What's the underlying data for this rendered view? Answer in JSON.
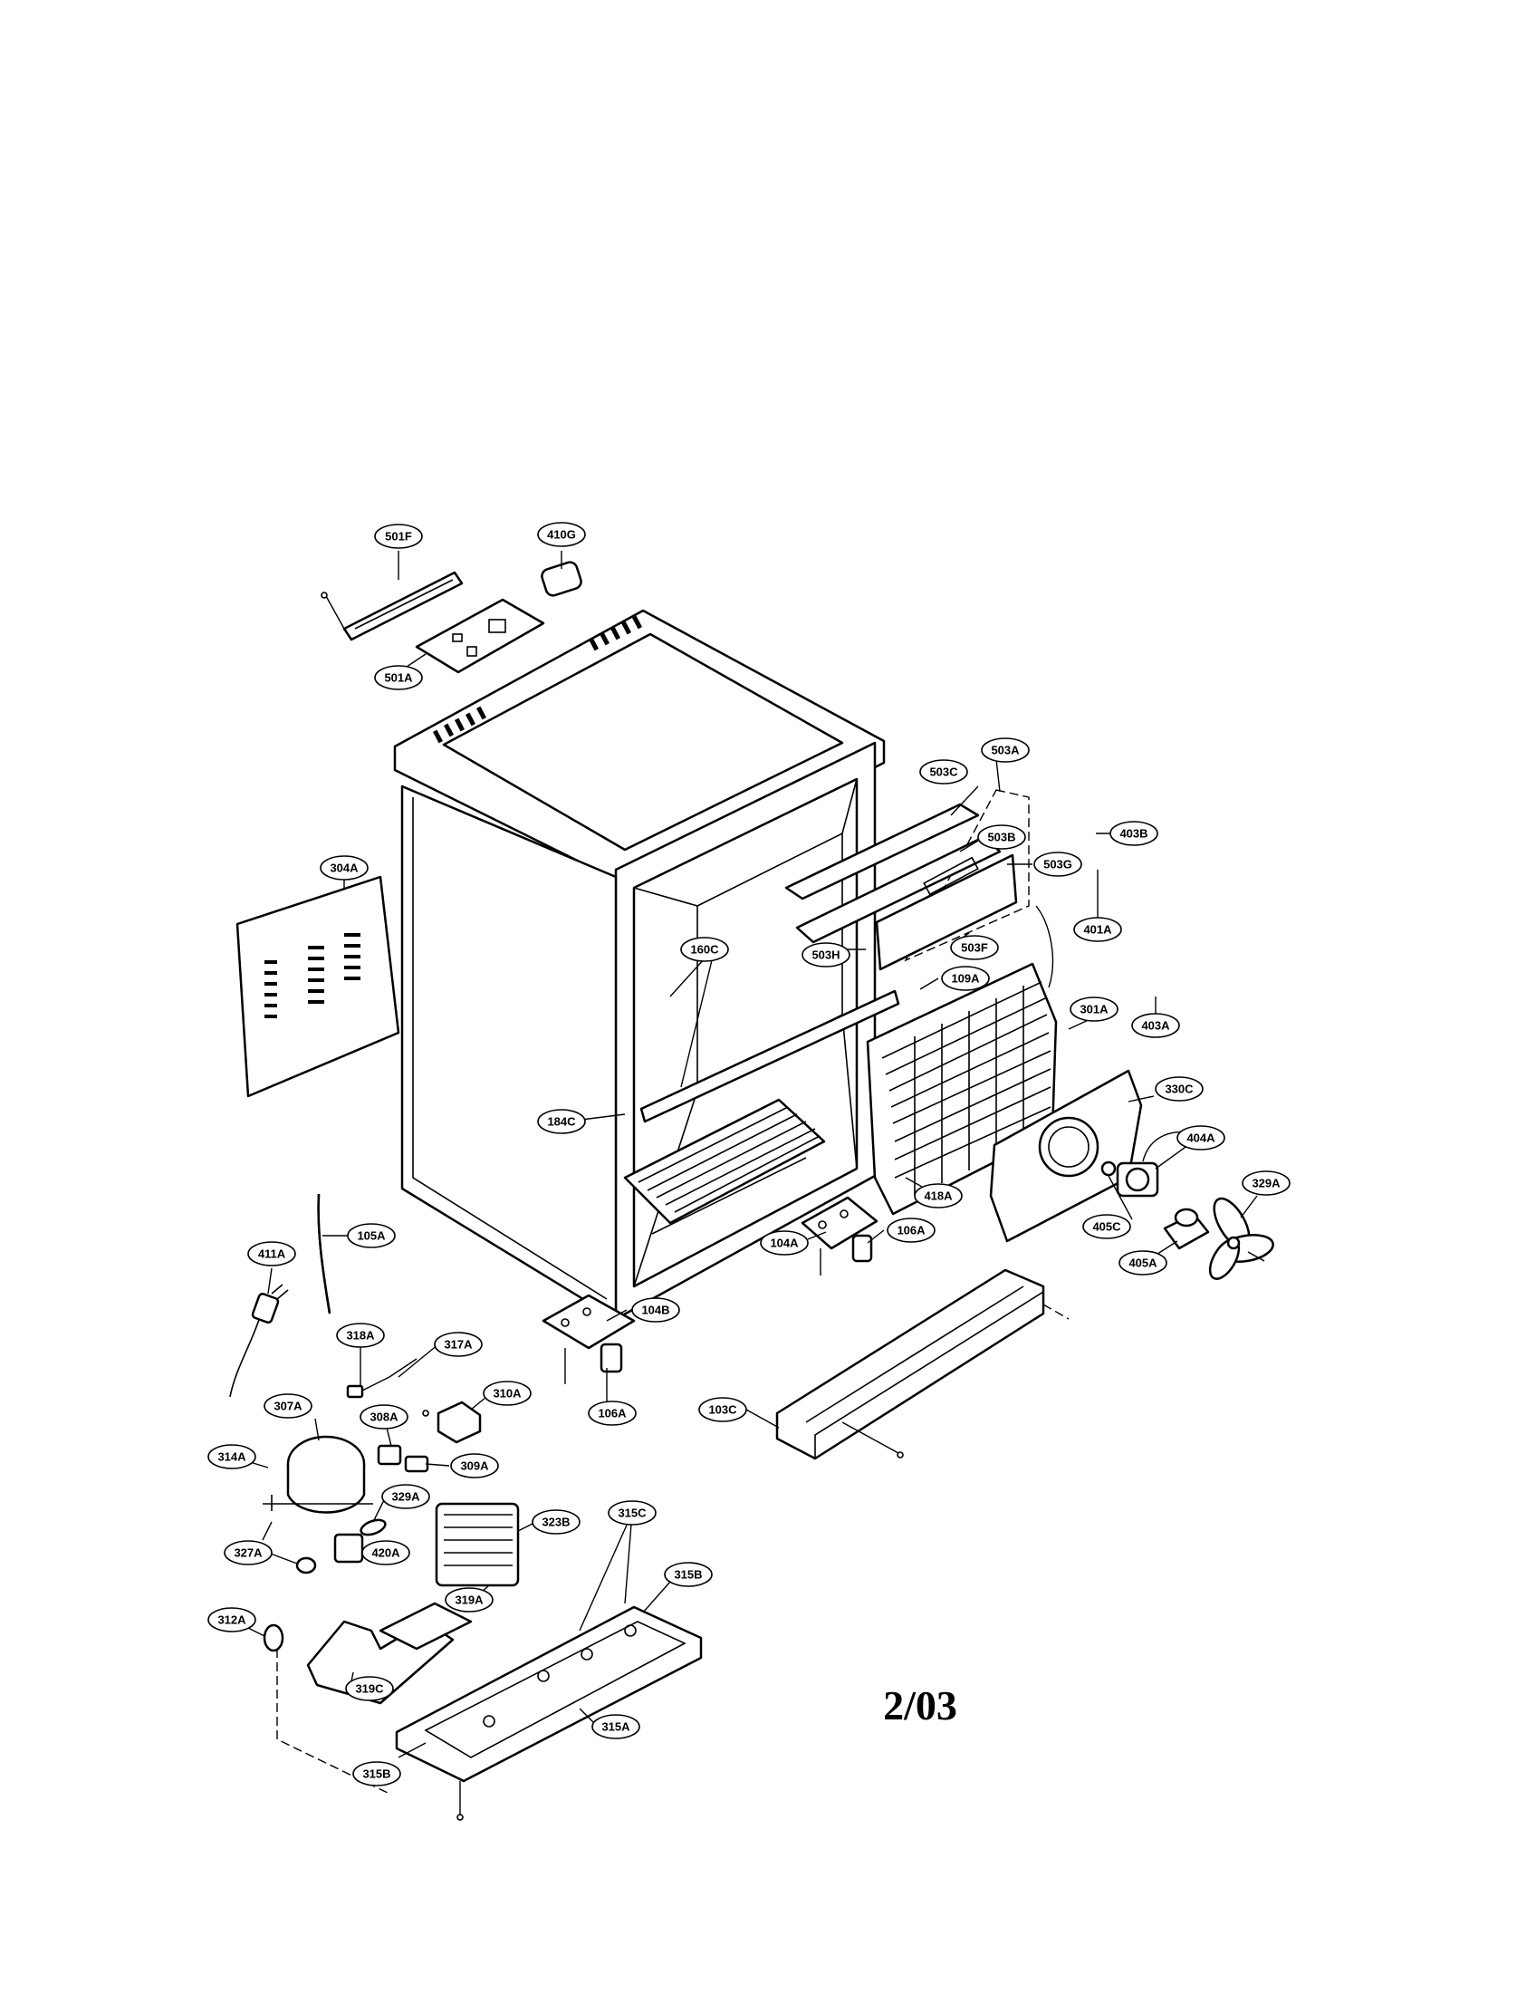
{
  "page_label": "2/03",
  "callouts": [
    {
      "id": "501F",
      "label": "501F"
    },
    {
      "id": "410G",
      "label": "410G"
    },
    {
      "id": "501A",
      "label": "501A"
    },
    {
      "id": "503A",
      "label": "503A"
    },
    {
      "id": "503C",
      "label": "503C"
    },
    {
      "id": "503B",
      "label": "503B"
    },
    {
      "id": "503G",
      "label": "503G"
    },
    {
      "id": "403B",
      "label": "403B"
    },
    {
      "id": "304A",
      "label": "304A"
    },
    {
      "id": "401A",
      "label": "401A"
    },
    {
      "id": "503F",
      "label": "503F"
    },
    {
      "id": "503H",
      "label": "503H"
    },
    {
      "id": "160C",
      "label": "160C"
    },
    {
      "id": "109A",
      "label": "109A"
    },
    {
      "id": "301A",
      "label": "301A"
    },
    {
      "id": "403A",
      "label": "403A"
    },
    {
      "id": "330C",
      "label": "330C"
    },
    {
      "id": "184C",
      "label": "184C"
    },
    {
      "id": "404A",
      "label": "404A"
    },
    {
      "id": "329A_top",
      "label": "329A"
    },
    {
      "id": "418A",
      "label": "418A"
    },
    {
      "id": "405C",
      "label": "405C"
    },
    {
      "id": "105A",
      "label": "105A"
    },
    {
      "id": "104A",
      "label": "104A"
    },
    {
      "id": "106A_top",
      "label": "106A"
    },
    {
      "id": "405A",
      "label": "405A"
    },
    {
      "id": "411A",
      "label": "411A"
    },
    {
      "id": "104B",
      "label": "104B"
    },
    {
      "id": "318A",
      "label": "318A"
    },
    {
      "id": "317A",
      "label": "317A"
    },
    {
      "id": "310A",
      "label": "310A"
    },
    {
      "id": "106A_bottom",
      "label": "106A"
    },
    {
      "id": "103C",
      "label": "103C"
    },
    {
      "id": "307A",
      "label": "307A"
    },
    {
      "id": "308A",
      "label": "308A"
    },
    {
      "id": "314A",
      "label": "314A"
    },
    {
      "id": "309A",
      "label": "309A"
    },
    {
      "id": "329A_bottom",
      "label": "329A"
    },
    {
      "id": "315C",
      "label": "315C"
    },
    {
      "id": "323B",
      "label": "323B"
    },
    {
      "id": "327A",
      "label": "327A"
    },
    {
      "id": "420A",
      "label": "420A"
    },
    {
      "id": "315B_top",
      "label": "315B"
    },
    {
      "id": "319A",
      "label": "319A"
    },
    {
      "id": "312A",
      "label": "312A"
    },
    {
      "id": "319C",
      "label": "319C"
    },
    {
      "id": "315A",
      "label": "315A"
    },
    {
      "id": "315B_bottom",
      "label": "315B"
    }
  ]
}
